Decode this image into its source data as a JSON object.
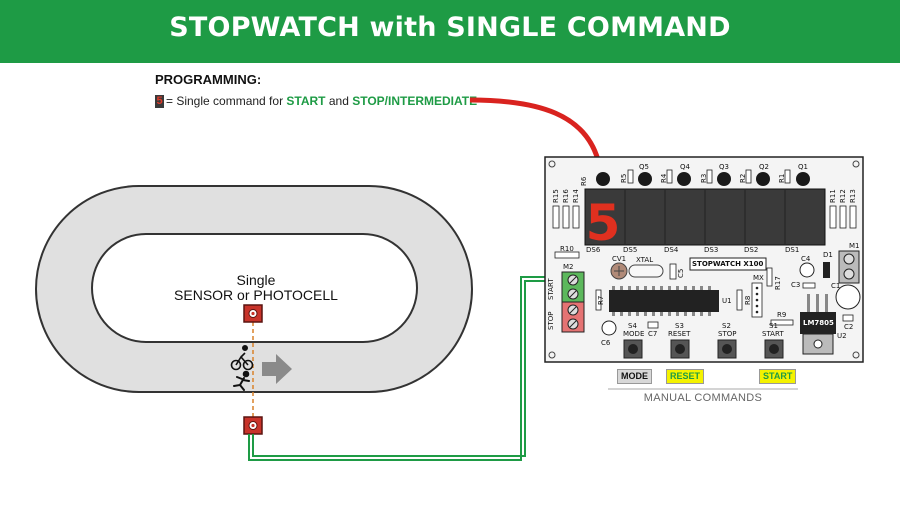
{
  "header": {
    "title": "STOPWATCH with SINGLE COMMAND"
  },
  "programming": {
    "title": "PROGRAMMING:",
    "digit_glyph": "5",
    "prefix": "= Single command for ",
    "start": "START",
    "and": " and ",
    "stop": "STOP/INTERMEDIATE"
  },
  "track": {
    "line1": "Single",
    "line2": "SENSOR or PHOTOCELL"
  },
  "board": {
    "display_digit": "5",
    "name": "STOPWATCH X100",
    "regulator": "LM7805",
    "display_labels": [
      "DS6",
      "DS5",
      "DS4",
      "DS3",
      "DS2",
      "DS1"
    ],
    "transistors": [
      "Q5",
      "Q4",
      "Q3",
      "Q2",
      "Q1"
    ],
    "resistors_top": [
      "R5",
      "R4",
      "R3",
      "R2",
      "R1"
    ],
    "resistors_left": [
      "R15",
      "R16",
      "R14"
    ],
    "resistors_right": [
      "R11",
      "R12",
      "R13"
    ],
    "labels": {
      "r6": "R6",
      "r10": "R10",
      "m2": "M2",
      "start": "START",
      "stop": "STOP",
      "cv1": "CV1",
      "xtal": "XTAL",
      "c5": "C5",
      "r7": "R7",
      "u1": "U1",
      "r8": "R8",
      "mx": "MX",
      "r17": "R17",
      "r9": "R9",
      "c4": "C4",
      "c3": "C3",
      "d1": "D1",
      "m1": "M1",
      "c1": "C1",
      "c2": "C2",
      "u2": "U2",
      "c6": "C6",
      "c7": "C7",
      "s4": "S4",
      "mode": "MODE",
      "s3": "S3",
      "reset": "RESET",
      "s2": "S2",
      "stop_btn": "STOP",
      "s1": "S1",
      "start_btn": "START"
    }
  },
  "commands": {
    "mode": "MODE",
    "reset": "RESET",
    "start": "START",
    "manual": "MANUAL COMMANDS"
  },
  "colors": {
    "header_green": "#1e9b45",
    "track_gray": "#e0e0e0",
    "sensor_red": "#c8332a",
    "wire_green": "#1e9b45",
    "arrow_red": "#d9231f",
    "display_bg": "#3a3a3a",
    "digit_red": "#e0301f",
    "highlight_yellow": "#f4f200"
  }
}
